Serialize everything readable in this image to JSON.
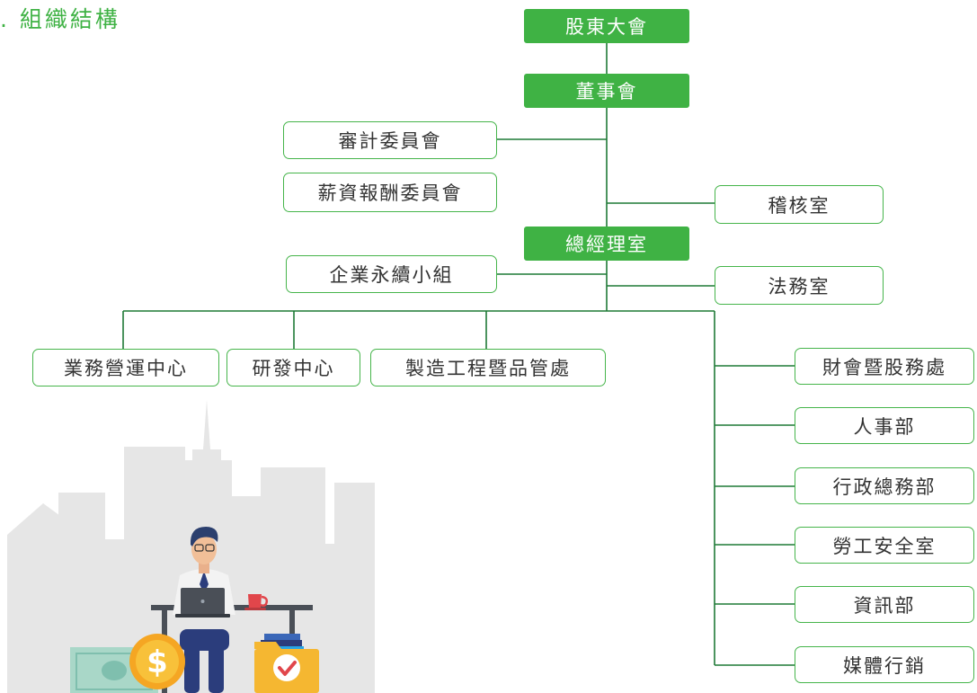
{
  "title": "組織結構",
  "nodes": {
    "shareholders": "股東大會",
    "board": "董事會",
    "audit_committee": "審計委員會",
    "compensation_committee": "薪資報酬委員會",
    "internal_audit": "稽核室",
    "president_office": "總經理室",
    "sustainability_team": "企業永續小組",
    "legal": "法務室",
    "business_operations": "業務營運中心",
    "rd_center": "研發中心",
    "manufacturing_qa": "製造工程暨品管處",
    "finance_stock": "財會暨股務處",
    "hr": "人事部",
    "admin_general": "行政總務部",
    "labor_safety": "勞工安全室",
    "it": "資訊部",
    "media_marketing": "媒體行銷"
  },
  "colors": {
    "accent": "#3fb244",
    "connector": "#1f7a37",
    "illustration_building": "#e6e6e6"
  },
  "illustration": {
    "subject": "office worker at laptop desk with money and folder",
    "currency_symbol": "$"
  }
}
